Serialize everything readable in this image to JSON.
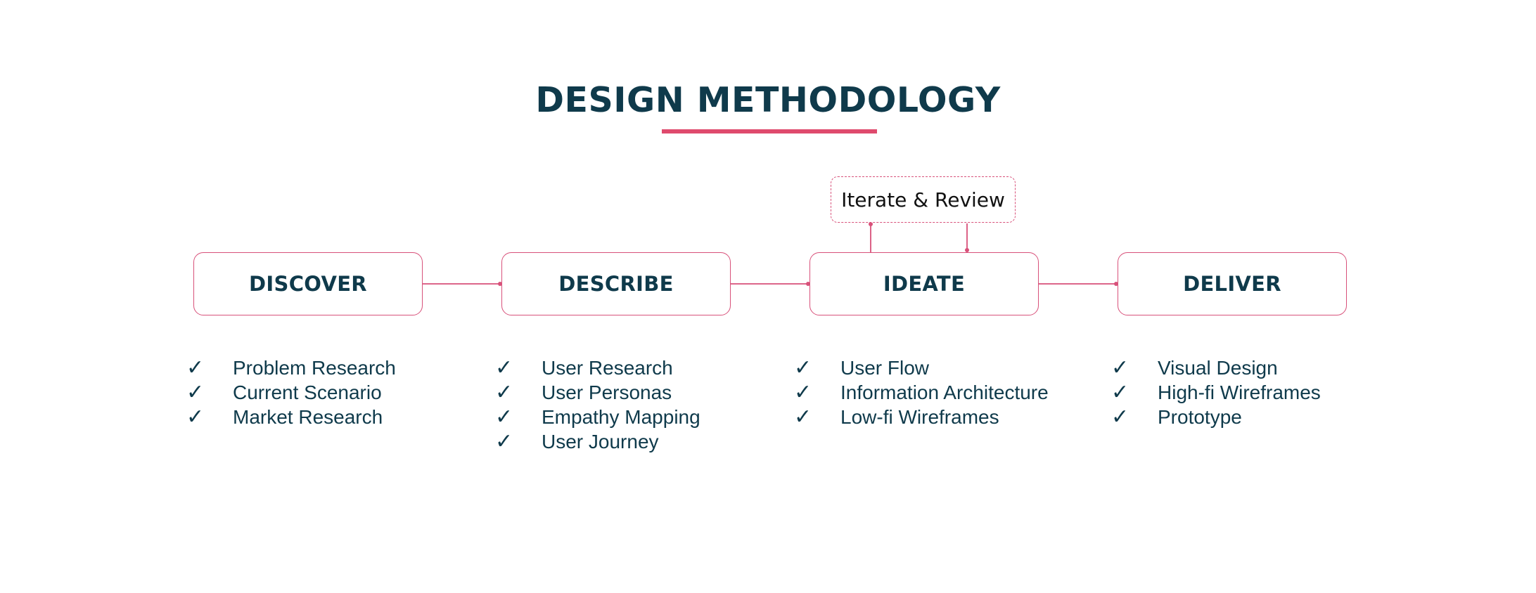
{
  "title": "DESIGN METHODOLOGY",
  "colors": {
    "primary": "#0f3a4b",
    "accent": "#df4a6d",
    "border": "#d8517a"
  },
  "feedback_loop": {
    "label": "Iterate & Review"
  },
  "check_icon": "check-icon",
  "stages": [
    {
      "label": "DISCOVER",
      "items": [
        "Problem Research",
        "Current Scenario",
        "Market Research"
      ]
    },
    {
      "label": "DESCRIBE",
      "items": [
        "User Research",
        "User Personas",
        "Empathy Mapping",
        "User Journey"
      ]
    },
    {
      "label": "IDEATE",
      "items": [
        "User Flow",
        "Information Architecture",
        "Low-fi Wireframes"
      ]
    },
    {
      "label": "DELIVER",
      "items": [
        "Visual Design",
        "High-fi Wireframes",
        "Prototype"
      ]
    }
  ]
}
